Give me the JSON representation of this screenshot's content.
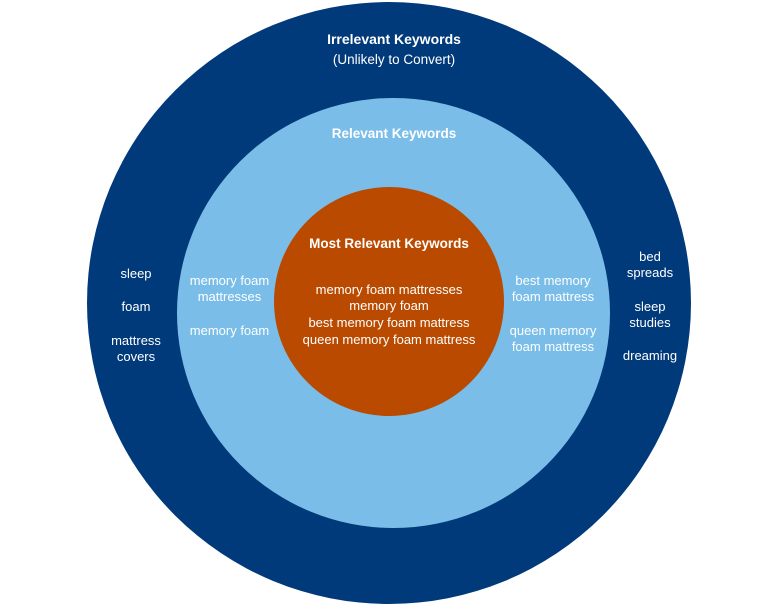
{
  "colors": {
    "outer": "#013a7a",
    "middle": "#79bde8",
    "inner": "#b94a00",
    "text": "#ffffff"
  },
  "outer_ring": {
    "title": "Irrelevant Keywords",
    "subtitle": "(Unlikely to Convert)",
    "left_items": [
      "sleep",
      "foam",
      "mattress\ncovers"
    ],
    "right_items": [
      "bed\nspreads",
      "sleep\nstudies",
      "dreaming"
    ]
  },
  "middle_ring": {
    "title": "Relevant Keywords",
    "left_items": [
      "memory foam\nmattresses",
      "memory foam"
    ],
    "right_items": [
      "best memory\nfoam mattress",
      "queen memory\nfoam mattress"
    ]
  },
  "inner_circle": {
    "title": "Most Relevant Keywords",
    "items": [
      "memory foam mattresses",
      "memory foam",
      "best memory foam mattress",
      "queen memory foam mattress"
    ]
  }
}
